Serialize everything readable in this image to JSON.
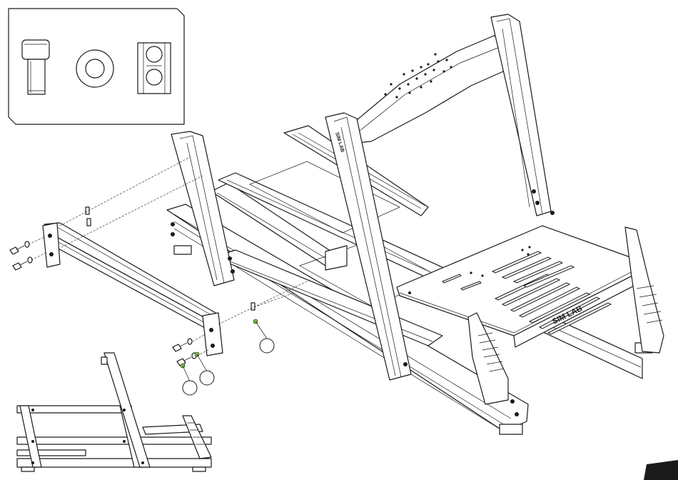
{
  "figure": {
    "brand_text": "SIM LAB",
    "upright_brand_text": "SIM LAB",
    "callouts": [
      {
        "id": "callout-1",
        "label": ""
      },
      {
        "id": "callout-2",
        "label": ""
      },
      {
        "id": "callout-3",
        "label": ""
      }
    ],
    "page_tab_label": "",
    "colors": {
      "line": "#1a1a1a",
      "background": "#ffffff",
      "highlight_nut": "#7cc242",
      "page_tab": "#1a1a1a"
    },
    "hardware_legend": {
      "items": [
        {
          "icon": "bolt-icon"
        },
        {
          "icon": "washer-icon"
        },
        {
          "icon": "t-nut-icon"
        }
      ]
    }
  }
}
